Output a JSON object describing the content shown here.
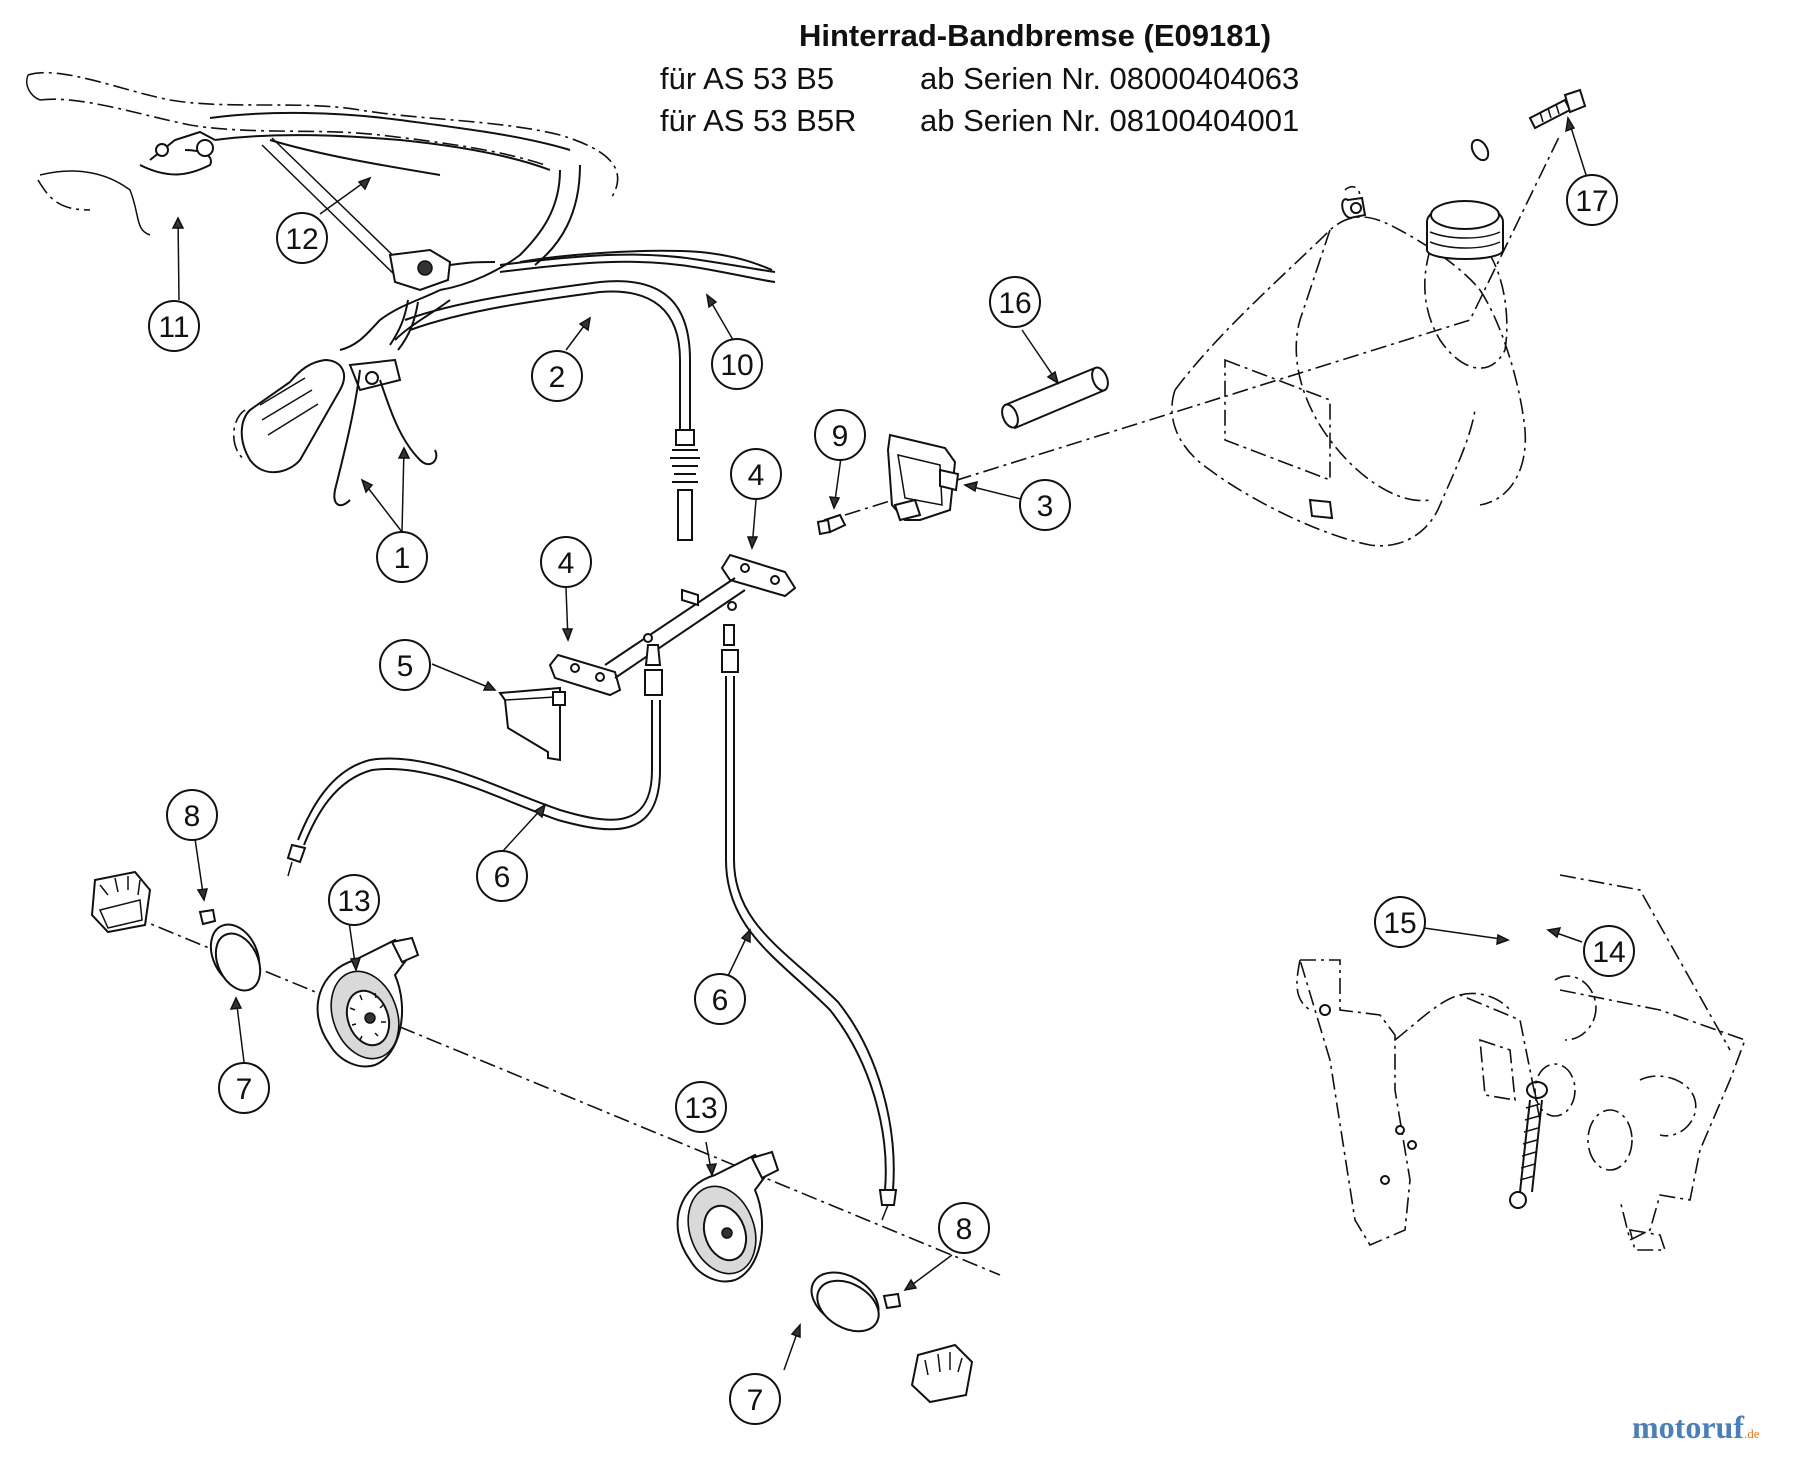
{
  "header": {
    "title": "Hinterrad-Bandbremse (E09181)",
    "lines": [
      {
        "model": "für AS 53 B5",
        "serial": "ab Serien Nr. 08000404063"
      },
      {
        "model": "für AS 53 B5R",
        "serial": "ab Serien Nr. 08100404001"
      }
    ]
  },
  "callouts": {
    "c1": "1",
    "c2": "2",
    "c3": "3",
    "c4a": "4",
    "c4b": "4",
    "c5": "5",
    "c6a": "6",
    "c6b": "6",
    "c7a": "7",
    "c7b": "7",
    "c8a": "8",
    "c8b": "8",
    "c9": "9",
    "c10": "10",
    "c11": "11",
    "c12": "12",
    "c13a": "13",
    "c13b": "13",
    "c14": "14",
    "c15": "15",
    "c16": "16",
    "c17": "17"
  },
  "watermark": {
    "brand": "motoruf",
    "tld": ".de"
  },
  "colors": {
    "line": "#111111",
    "brand_blue": "#4a7fb8",
    "brand_orange": "#e07820"
  }
}
